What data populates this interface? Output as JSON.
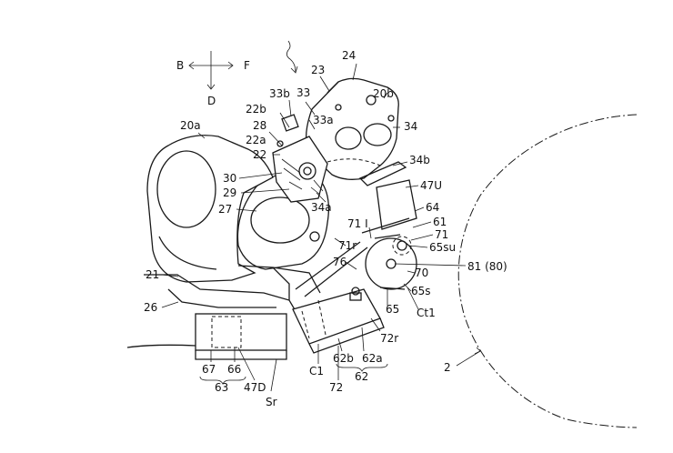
{
  "direction_legend": {
    "back": "B",
    "front": "F",
    "down": "D"
  },
  "labels": {
    "l24": "24",
    "l23": "23",
    "l33b": "33b",
    "l33": "33",
    "l20b": "20b",
    "l22b": "22b",
    "l33a": "33a",
    "l34": "34",
    "l28": "28",
    "l20a": "20a",
    "l22a": "22a",
    "l22": "22",
    "l34b": "34b",
    "l30": "30",
    "l47U": "47U",
    "l29": "29",
    "l34a": "34a",
    "l64": "64",
    "l27": "27",
    "l71I": "71 I",
    "l61": "61",
    "l71": "71",
    "l71r": "71r",
    "l65su": "65su",
    "l76": "76",
    "l81": "81 (80)",
    "l21": "21",
    "l70": "70",
    "l65s": "65s",
    "l26": "26",
    "l65": "65",
    "lCt1": "Ct1",
    "l72r": "72r",
    "l2": "2",
    "l62b": "62b",
    "l62a": "62a",
    "l67": "67",
    "l66": "66",
    "lC1": "C1",
    "l62": "62",
    "l63": "63",
    "l47D": "47D",
    "l72": "72",
    "lSr": "Sr"
  }
}
